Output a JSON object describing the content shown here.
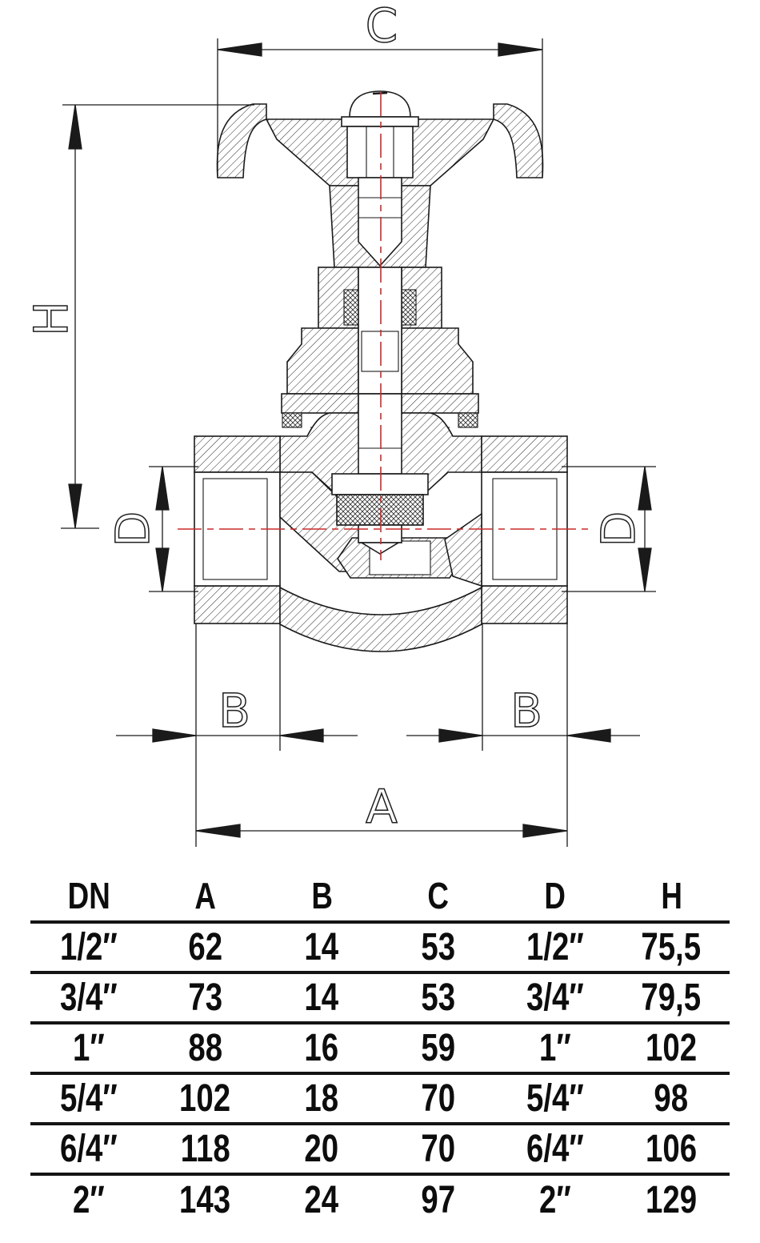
{
  "drawing": {
    "labels": {
      "c": "C",
      "h": "H",
      "d_left": "D",
      "d_right": "D",
      "b_left": "B",
      "b_right": "B",
      "a": "A"
    },
    "colors": {
      "line": "#1a1a1a",
      "centerline": "#cc2a2a",
      "background": "#ffffff"
    }
  },
  "table": {
    "headers": [
      "DN",
      "A",
      "B",
      "C",
      "D",
      "H"
    ],
    "rows": [
      [
        "1/2″",
        "62",
        "14",
        "53",
        "1/2″",
        "75,5"
      ],
      [
        "3/4″",
        "73",
        "14",
        "53",
        "3/4″",
        "79,5"
      ],
      [
        "1″",
        "88",
        "16",
        "59",
        "1″",
        "102"
      ],
      [
        "5/4″",
        "102",
        "18",
        "70",
        "5/4″",
        "98"
      ],
      [
        "6/4″",
        "118",
        "20",
        "70",
        "6/4″",
        "106"
      ],
      [
        "2″",
        "143",
        "24",
        "97",
        "2″",
        "129"
      ]
    ]
  }
}
